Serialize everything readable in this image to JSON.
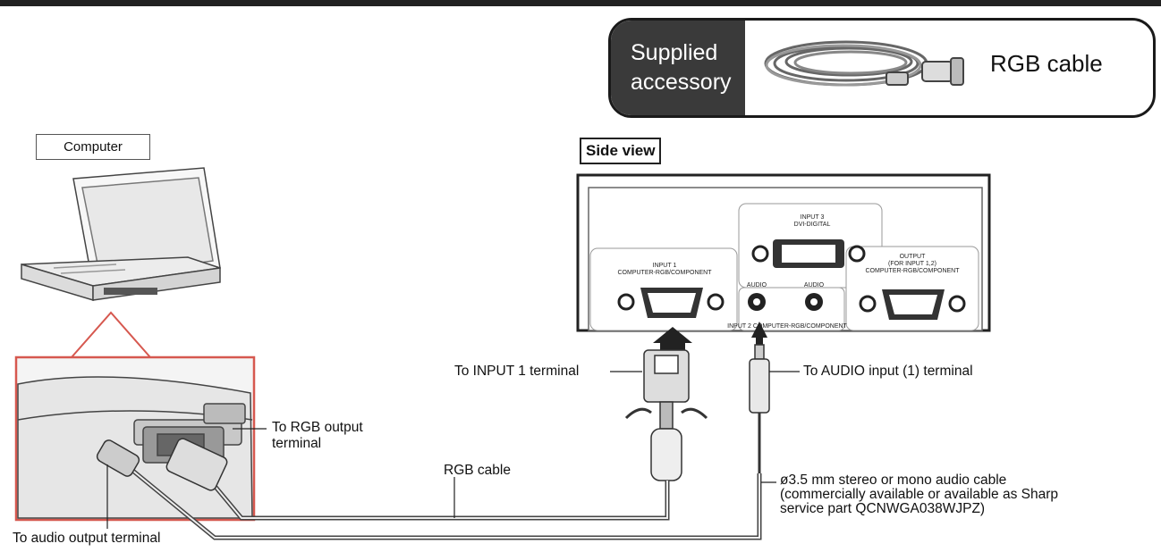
{
  "accessory": {
    "tag_line1": "Supplied",
    "tag_line2": "accessory",
    "item": "RGB cable"
  },
  "computer_label": "Computer",
  "side_view_label": "Side view",
  "panel": {
    "input3_line1": "INPUT 3",
    "input3_line2": "DVI-DIGITAL",
    "input1_line1": "INPUT 1",
    "input1_line2": "COMPUTER-RGB/COMPONENT",
    "audio1": "AUDIO",
    "audio2": "AUDIO",
    "output_line1": "OUTPUT",
    "output_line2": "(FOR INPUT 1,2)",
    "output_line3": "COMPUTER-RGB/COMPONENT",
    "bottom_text": "INPUT 2 COMPUTER-RGB/COMPONENT"
  },
  "callouts": {
    "to_input1": "To INPUT 1 terminal",
    "to_audio_input": "To AUDIO input (1) terminal",
    "to_rgb_output_line1": "To RGB output",
    "to_rgb_output_line2": "terminal",
    "rgb_cable": "RGB cable",
    "audio_cable_line1": "ø3.5 mm stereo or mono audio cable",
    "audio_cable_line2": "(commercially available or available as Sharp",
    "audio_cable_line3": "service part QCNWGA038WJPZ)",
    "to_audio_output": "To audio output terminal"
  },
  "colors": {
    "highlight": "#d6584f",
    "dark_tag": "#3a3a3a"
  }
}
